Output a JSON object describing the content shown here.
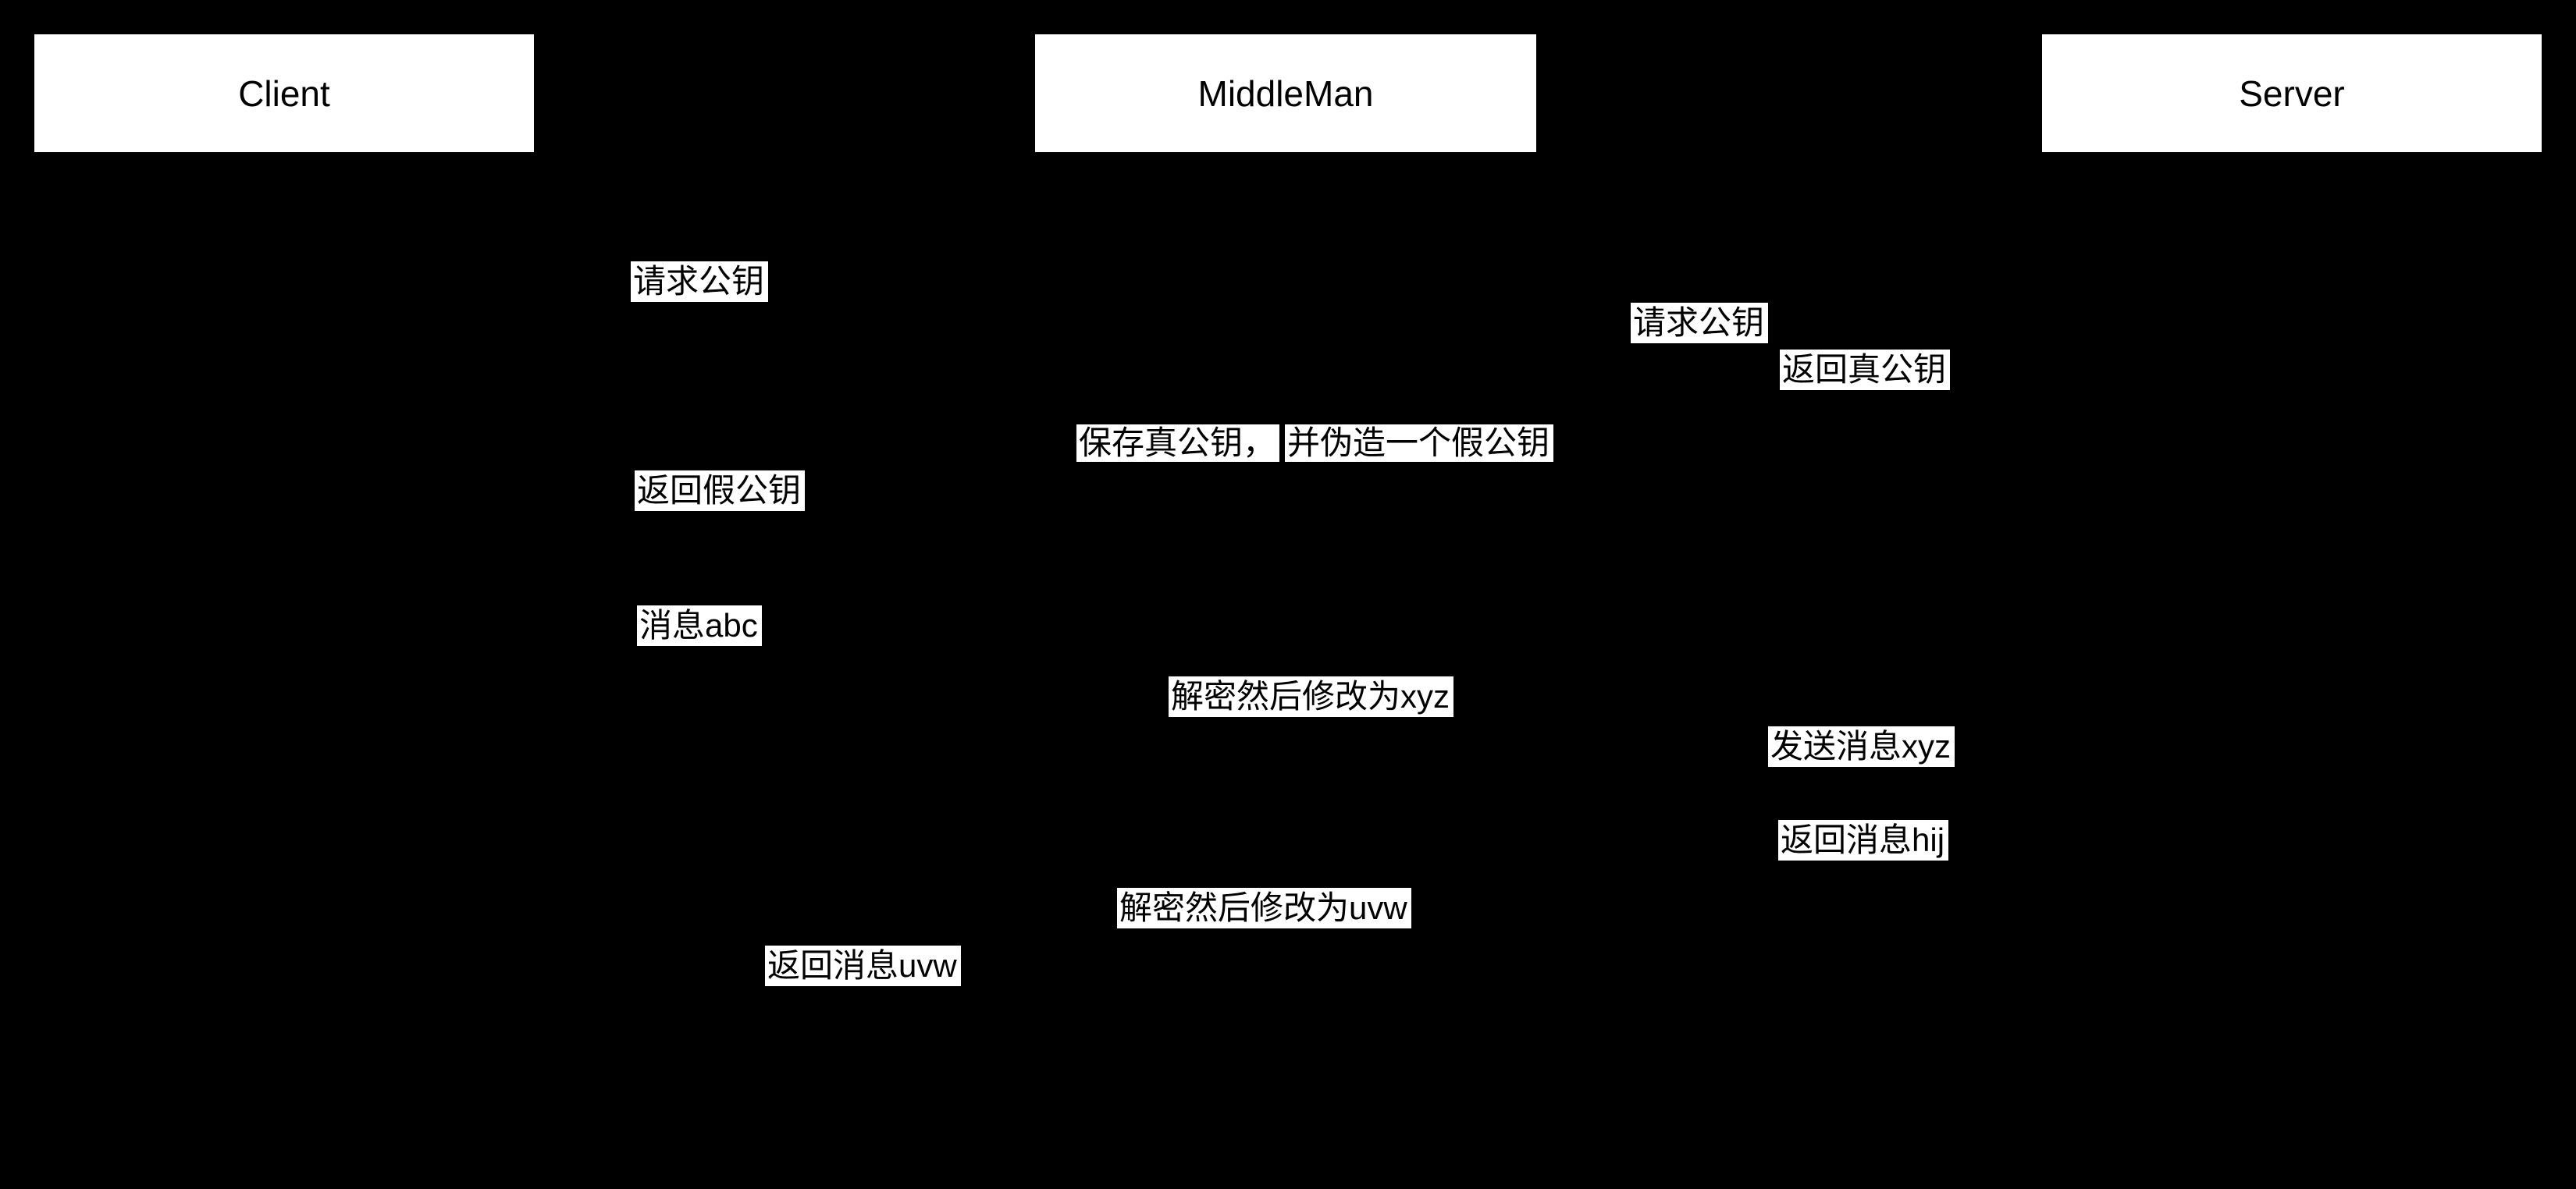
{
  "diagram": {
    "type": "sequence-diagram",
    "colors": {
      "background": "#000000",
      "box_fill": "#ffffff",
      "box_text": "#000000"
    },
    "participants": [
      {
        "label": "Client"
      },
      {
        "label": "MiddleMan"
      },
      {
        "label": "Server"
      }
    ],
    "messages": [
      {
        "label": "请求公钥"
      },
      {
        "label": "请求公钥"
      },
      {
        "label": "返回真公钥"
      },
      {
        "label": "保存真公钥，"
      },
      {
        "label": "并伪造一个假公钥"
      },
      {
        "label": "返回假公钥"
      },
      {
        "label": "消息abc"
      },
      {
        "label": "解密然后修改为xyz"
      },
      {
        "label": "发送消息xyz"
      },
      {
        "label": "返回消息hij"
      },
      {
        "label": "解密然后修改为uvw"
      },
      {
        "label": "返回消息uvw"
      }
    ]
  }
}
